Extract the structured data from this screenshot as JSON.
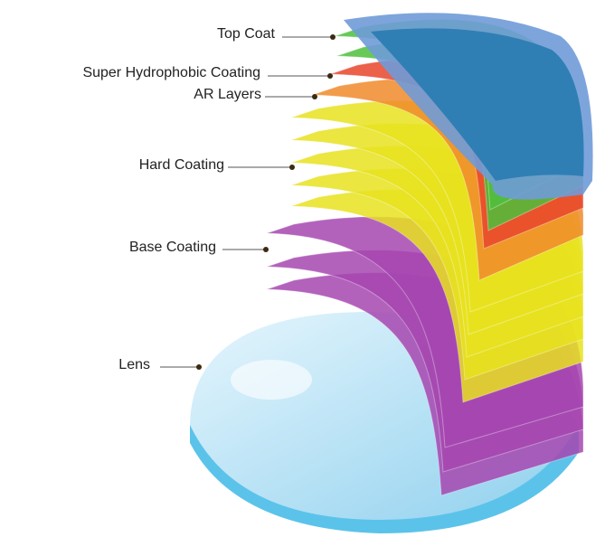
{
  "labels": {
    "top_coat": "Top Coat",
    "super_hydrophobic": "Super Hydrophobic Coating",
    "ar_layers": "AR Layers",
    "hard_coating": "Hard Coating",
    "base_coating": "Base Coating",
    "lens": "Lens"
  },
  "colors": {
    "lens": "#bfe6f7",
    "base": "#a646b0",
    "hard": "#e8e21e",
    "ar": "#f08a2a",
    "hydrophobic": "#e8452a",
    "green": "#4dbf3c",
    "top": "#2f7fb5"
  }
}
